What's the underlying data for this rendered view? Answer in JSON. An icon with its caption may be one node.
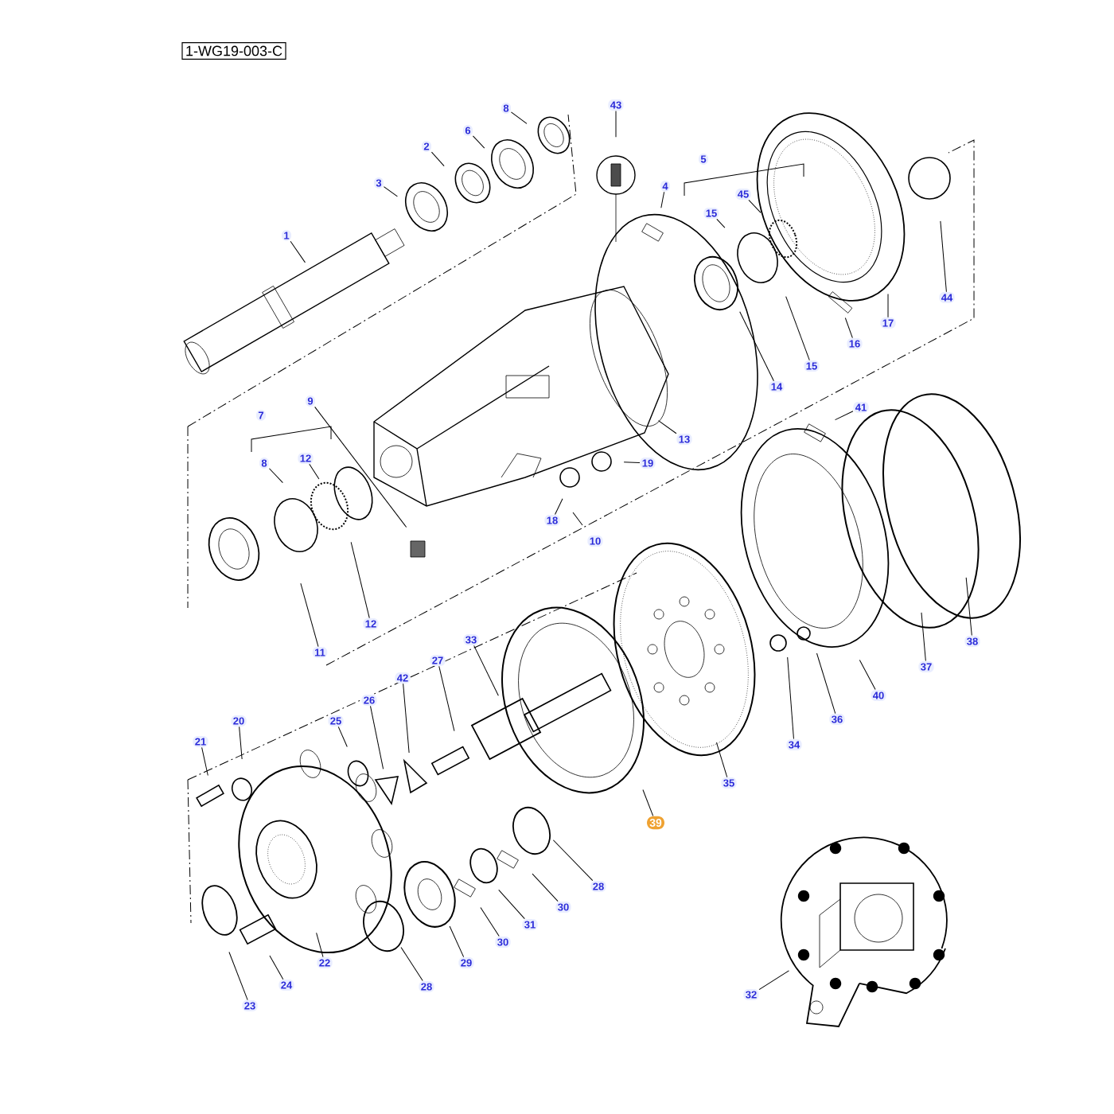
{
  "diagram": {
    "nodes": [
      {
        "text": [
          "43"
        ]
      },
      {
        "text": [
          "8"
        ]
      },
      {
        "text": [
          "6"
        ]
      },
      {
        "text": [
          "2"
        ]
      },
      {
        "text": [
          "3"
        ]
      },
      {
        "text": [
          "45"
        ]
      },
      {
        "text": [
          "15"
        ]
      },
      {
        "text": [
          "4"
        ]
      },
      {
        "text": [
          "1"
        ]
      },
      {
        "text": [
          "44"
        ]
      },
      {
        "text": [
          "17"
        ]
      },
      {
        "text": [
          "16"
        ]
      },
      {
        "text": [
          "15"
        ]
      },
      {
        "text": [
          "14"
        ]
      },
      {
        "text": [
          "9"
        ]
      },
      {
        "text": [
          "41"
        ]
      },
      {
        "text": [
          "13"
        ]
      },
      {
        "text": [
          "12"
        ]
      },
      {
        "text": [
          "8"
        ]
      },
      {
        "text": [
          "19"
        ]
      },
      {
        "text": [
          "18"
        ]
      },
      {
        "text": [
          "12"
        ]
      },
      {
        "text": [
          "38"
        ]
      },
      {
        "text": [
          "33"
        ]
      },
      {
        "text": [
          "11"
        ]
      },
      {
        "text": [
          "27"
        ]
      },
      {
        "text": [
          "37"
        ]
      },
      {
        "text": [
          "42"
        ]
      },
      {
        "text": [
          "40"
        ]
      },
      {
        "text": [
          "26"
        ]
      },
      {
        "text": [
          "20"
        ]
      },
      {
        "text": [
          "36"
        ]
      },
      {
        "text": [
          "25"
        ]
      },
      {
        "text": [
          "21"
        ]
      },
      {
        "text": [
          "34"
        ]
      },
      {
        "text": [
          "35"
        ]
      },
      {
        "text": [
          "39"
        ]
      },
      {
        "text": [
          "28"
        ]
      },
      {
        "text": [
          "30"
        ]
      },
      {
        "text": [
          "31"
        ]
      },
      {
        "text": [
          "30"
        ]
      },
      {
        "text": [
          "22"
        ]
      },
      {
        "text": [
          "29"
        ]
      },
      {
        "text": [
          "24"
        ]
      },
      {
        "text": [
          "28"
        ]
      },
      {
        "text": [
          "32"
        ]
      },
      {
        "text": [
          "23"
        ]
      }
    ],
    "edges": [
      {
        "from": 0,
        "to": null,
        "arrow": "none"
      },
      {
        "from": 1,
        "to": null,
        "arrow": "none"
      },
      {
        "from": 2,
        "to": null,
        "arrow": "none"
      },
      {
        "from": 3,
        "to": null,
        "arrow": "none"
      },
      {
        "from": 4,
        "to": null,
        "arrow": "none"
      },
      {
        "from": 5,
        "to": null,
        "arrow": "none"
      },
      {
        "from": 6,
        "to": null,
        "arrow": "none"
      },
      {
        "from": 7,
        "to": null,
        "arrow": "none"
      },
      {
        "from": 8,
        "to": null,
        "arrow": "none"
      },
      {
        "from": 9,
        "to": null,
        "arrow": "none"
      },
      {
        "from": 10,
        "to": null,
        "arrow": "none"
      },
      {
        "from": 11,
        "to": null,
        "arrow": "none"
      },
      {
        "from": 12,
        "to": null,
        "arrow": "none"
      },
      {
        "from": 13,
        "to": null,
        "arrow": "none"
      },
      {
        "from": 14,
        "to": null,
        "arrow": "none"
      },
      {
        "from": 15,
        "to": null,
        "arrow": "none"
      },
      {
        "from": 16,
        "to": null,
        "arrow": "none"
      },
      {
        "from": 17,
        "to": null,
        "arrow": "none"
      },
      {
        "from": 18,
        "to": null,
        "arrow": "none"
      },
      {
        "from": 19,
        "to": null,
        "arrow": "none"
      },
      {
        "from": 20,
        "to": null,
        "arrow": "none"
      },
      {
        "from": 21,
        "to": null,
        "arrow": "none"
      },
      {
        "from": 22,
        "to": null,
        "arrow": "none"
      },
      {
        "from": 23,
        "to": null,
        "arrow": "none"
      },
      {
        "from": 24,
        "to": null,
        "arrow": "none"
      },
      {
        "from": 25,
        "to": null,
        "arrow": "none"
      },
      {
        "from": 26,
        "to": null,
        "arrow": "none"
      },
      {
        "from": 27,
        "to": null,
        "arrow": "none"
      },
      {
        "from": 28,
        "to": null,
        "arrow": "none"
      },
      {
        "from": 29,
        "to": null,
        "arrow": "none"
      },
      {
        "from": 30,
        "to": null,
        "arrow": "none"
      },
      {
        "from": 31,
        "to": null,
        "arrow": "none"
      },
      {
        "from": 32,
        "to": null,
        "arrow": "none"
      },
      {
        "from": 33,
        "to": null,
        "arrow": "none"
      },
      {
        "from": 34,
        "to": null,
        "arrow": "none"
      },
      {
        "from": 35,
        "to": null,
        "arrow": "none"
      },
      {
        "from": 36,
        "to": null,
        "arrow": "none"
      },
      {
        "from": 37,
        "to": null,
        "arrow": "none"
      },
      {
        "from": 38,
        "to": null,
        "arrow": "none"
      },
      {
        "from": 39,
        "to": null,
        "arrow": "none"
      },
      {
        "from": 40,
        "to": null,
        "arrow": "none"
      },
      {
        "from": 41,
        "to": null,
        "arrow": "none"
      },
      {
        "from": 42,
        "to": null,
        "arrow": "none"
      },
      {
        "from": 43,
        "to": null,
        "arrow": "none"
      },
      {
        "from": 44,
        "to": null,
        "arrow": "none"
      },
      {
        "from": 45,
        "to": null,
        "arrow": "none"
      },
      {
        "from": 46,
        "to": null,
        "arrow": "none"
      }
    ],
    "labels": [
      "1-WG19-003-C",
      "5",
      "7",
      "10"
    ]
  }
}
